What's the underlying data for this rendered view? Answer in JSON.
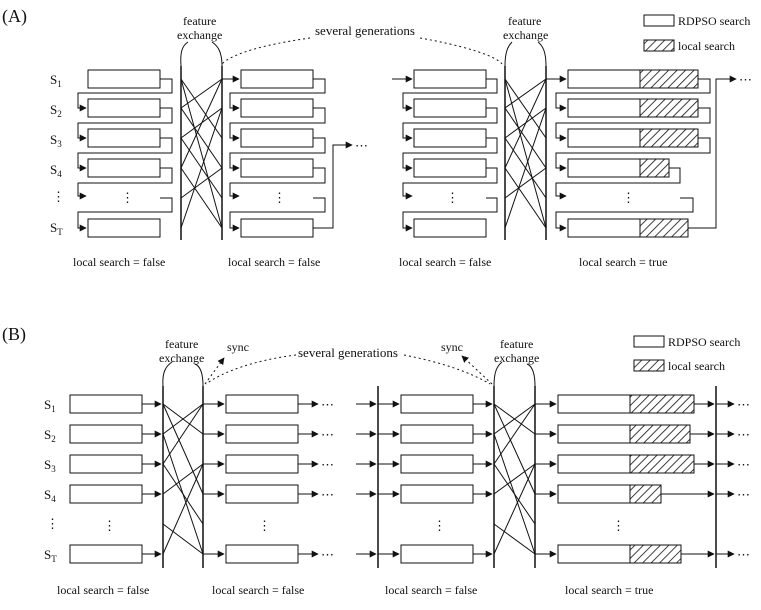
{
  "panel_a": {
    "label": "(A)",
    "feature_exchange_1": "feature",
    "feature_exchange_1b": "exchange",
    "feature_exchange_2": "feature",
    "feature_exchange_2b": "exchange",
    "several_generations": "several generations",
    "legend_rdpso": "RDPSO search",
    "legend_local": "local search",
    "rows": [
      "S1",
      "S2",
      "S3",
      "S4",
      "⋮",
      "ST"
    ],
    "captions": [
      "local search = false",
      "local search = false",
      "local search = false",
      "local search = true"
    ],
    "ellipsis": "⋯"
  },
  "panel_b": {
    "label": "(B)",
    "feature_exchange_1": "feature",
    "feature_exchange_1b": "exchange",
    "sync_1": "sync",
    "sync_2": "sync",
    "feature_exchange_2": "feature",
    "feature_exchange_2b": "exchange",
    "several_generations": "several generations",
    "legend_rdpso": "RDPSO search",
    "legend_local": "local search",
    "rows": [
      "S1",
      "S2",
      "S3",
      "S4",
      "⋮",
      "ST"
    ],
    "captions": [
      "local search = false",
      "local search = false",
      "local search = false",
      "local search = true"
    ],
    "ellipsis": "⋯"
  },
  "colors": {
    "line": "#111111",
    "box_fill": "#ffffff"
  }
}
